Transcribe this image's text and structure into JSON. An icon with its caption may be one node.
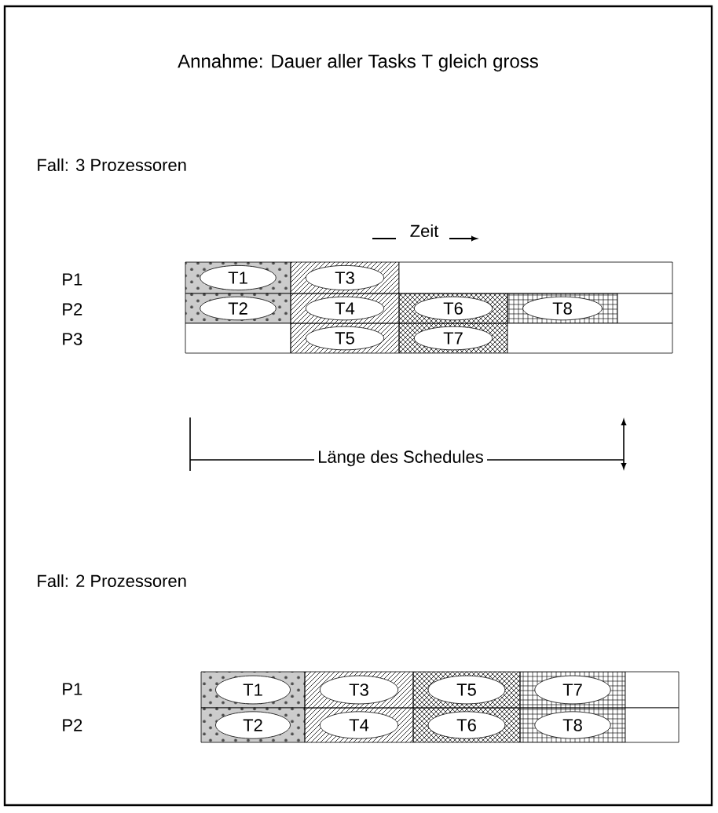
{
  "diagram": {
    "title": "Annahme: Dauer aller Tasks T   gleich gross",
    "nodes": [
      {
        "text": [
          "T1"
        ]
      },
      {
        "text": [
          "T3"
        ]
      },
      {
        "text": [],
        "shape": "box"
      },
      {
        "text": [
          "T2"
        ]
      },
      {
        "text": [
          "T4"
        ]
      },
      {
        "text": [
          "T6"
        ]
      },
      {
        "text": [
          "T8"
        ]
      },
      {
        "text": [],
        "shape": "box"
      },
      {
        "text": [],
        "shape": "box"
      },
      {
        "text": [
          "T5"
        ]
      },
      {
        "text": [
          "T7"
        ]
      },
      {
        "text": [],
        "shape": "box"
      },
      {
        "text": [
          "T1"
        ]
      },
      {
        "text": [
          "T3"
        ]
      },
      {
        "text": [
          "T5"
        ]
      },
      {
        "text": [
          "T7"
        ]
      },
      {
        "text": [],
        "shape": "box"
      },
      {
        "text": [
          "T2"
        ]
      },
      {
        "text": [
          "T4"
        ]
      },
      {
        "text": [
          "T6"
        ]
      },
      {
        "text": [
          "T8"
        ]
      },
      {
        "text": [],
        "shape": "box"
      }
    ],
    "labels": [
      "Fall: 3 Prozessoren",
      "Zeit",
      "P1",
      "P2",
      "P3",
      "Länge des Schedules",
      "Fall: 2 Prozessoren",
      "P1",
      "P2"
    ]
  }
}
